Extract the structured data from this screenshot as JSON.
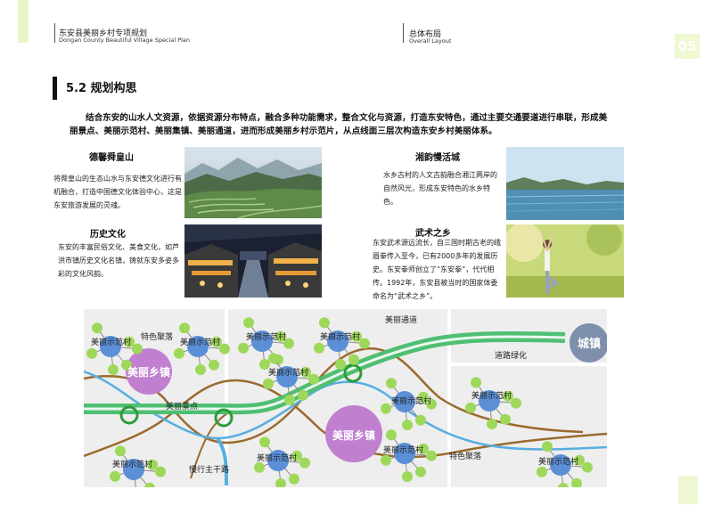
{
  "header": {
    "project_cn": "东安县美丽乡村专项规划",
    "project_en": "Dongan County Beautiful Village Special Plan",
    "chapter_cn": "总体布局",
    "chapter_en": "Overall Layout",
    "page_number": "05"
  },
  "section": {
    "title": "5.2 规划构思",
    "intro": "结合东安的山水人文资源，依据资源分布特点，融合多种功能需求，整合文化与资源，打造东安特色，通过主要交通要道进行串联，形成美丽景点、美丽示范村、美丽集镇、美丽通道，进而形成美丽乡村示范片，从点线面三层次构造东安乡村美丽体系。"
  },
  "blocks": {
    "shunhuang": {
      "title": "德馨舜皇山",
      "text": "将舜皇山的生态山水与东安德文化进行有机融合，打造中国德文化体验中心，这是东安旅游发展的灵魂。"
    },
    "history": {
      "title": "历史文化",
      "text": "东安的丰富民俗文化、美食文化，如芦洪市镇历史文化名镇，铸就东安多姿多彩的文化风韵。"
    },
    "xiangyun": {
      "title": "湘韵慢活城",
      "text": "水乡古村的人文古韵融合湘江两岸的自然风光，形成东安特色的水乡特色。"
    },
    "wushu": {
      "title": "武术之乡",
      "text": "东安武术源远流长，自三国时期古老的峨眉拳传入至今，已有2000多年的发展历史。东安拳师创立了“东安拳”，代代相传。1992年，东安县被当时的国家体委命名为“武术之乡”。"
    }
  },
  "diagram": {
    "labels": {
      "town_left": "美丽乡镇",
      "town_center": "美丽乡镇",
      "city": "城镇",
      "road_main": "美丽通道",
      "road_green": "道路绿化",
      "scenic": "美丽景点",
      "slow_road": "慢行主干路",
      "village_tl1": "美丽示范村",
      "village_tl2": "美丽示范村",
      "cluster_tl": "特色聚落",
      "village_tc1": "美丽示范村",
      "village_tc2": "美丽示范村",
      "village_tc3": "美丽示范村",
      "village_cr": "美丽示范村",
      "village_right": "美丽示范村",
      "village_bl": "美丽示范村",
      "village_bc": "美丽示范村",
      "village_bc2": "美丽示范村",
      "cluster_bc": "特色聚落",
      "village_br": "美丽示范村"
    },
    "colors": {
      "village": "#5b8fd6",
      "leaf": "#9ed85a",
      "town": "#c07fcf",
      "city": "#7d8fab",
      "road_green": "#4fbf72",
      "river": "#58aee0",
      "trail": "#9b6a2e",
      "node": "#2e9b3a"
    }
  }
}
